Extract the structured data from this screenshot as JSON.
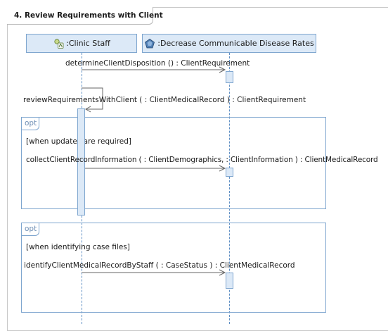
{
  "diagram": {
    "title": "4. Review Requirements with Client"
  },
  "lifelines": [
    {
      "label": ":Clinic Staff",
      "icon": "actor-icon"
    },
    {
      "label": ":Decrease Communicable Disease Rates",
      "icon": "pentagon-icon"
    }
  ],
  "messages": [
    "determineClientDisposition () : ClientRequirement",
    "reviewRequirementsWithClient (  : ClientMedicalRecord ) : ClientRequirement",
    "collectClientRecordInformation (  : ClientDemographics,  : ClientInformation ) : ClientMedicalRecord",
    "identifyClientMedicalRecordByStaff (  : CaseStatus ) : ClientMedicalRecord"
  ],
  "fragments": [
    {
      "operator": "opt",
      "guard": "[when updates are required]"
    },
    {
      "operator": "opt",
      "guard": "[when identifying case files]"
    }
  ],
  "colors": {
    "lifeline_fill": "#dce9f7",
    "lifeline_border": "#7fa6cf",
    "arrow": "#666666"
  }
}
